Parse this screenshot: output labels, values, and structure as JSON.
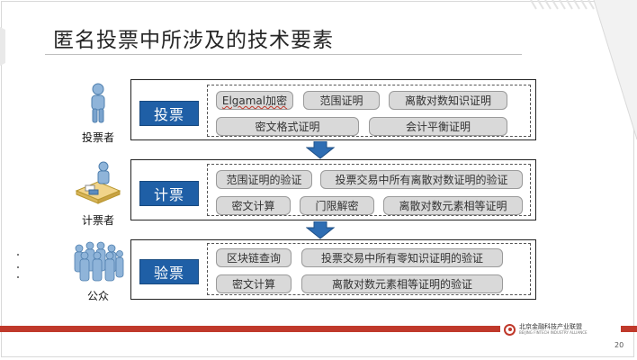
{
  "slide": {
    "title": "匿名投票中所涉及的技术要素",
    "page_number": "20",
    "brand_cn": "北京金融科技产业联盟",
    "brand_en": "BEIJING FINTECH INDUSTRY ALLIANCE"
  },
  "rows": [
    {
      "role_label": "投票者",
      "role_icon": "voter-person-icon",
      "stage": "投票",
      "chips": [
        "Elgamal加密",
        "范围证明",
        "离散对数知识证明",
        "密文格式证明",
        "会计平衡证明"
      ]
    },
    {
      "role_label": "计票者",
      "role_icon": "counter-desk-icon",
      "stage": "计票",
      "chips": [
        "范围证明的验证",
        "投票交易中所有离散对数证明的验证",
        "密文计算",
        "门限解密",
        "离散对数元素相等证明"
      ]
    },
    {
      "role_label": "公众",
      "role_icon": "crowd-icon",
      "stage": "验票",
      "chips": [
        "区块链查询",
        "投票交易中所有零知识证明的验证",
        "密文计算",
        "离散对数元素相等证明的验证"
      ]
    }
  ],
  "colors": {
    "stage_blue": "#1f5fa6",
    "chip_gray": "#d9d9d9",
    "accent_red": "#c0392b"
  }
}
